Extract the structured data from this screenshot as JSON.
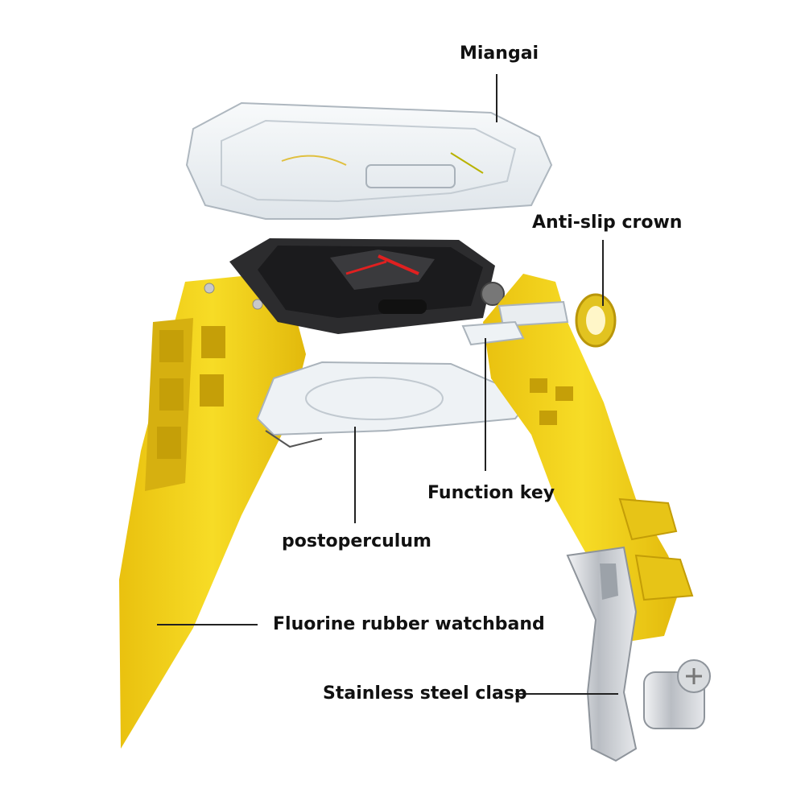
{
  "labels": {
    "miangai": "Miangai",
    "anti_slip_crown": "Anti-slip crown",
    "function_key": "Function key",
    "postoperculum": "postoperculum",
    "watchband": "Fluorine rubber watchband",
    "clasp": "Stainless steel clasp"
  },
  "colors": {
    "band_yellow": "#f2d21a",
    "band_shadow": "#d1ad0c",
    "watch_body": "#2c2c2e",
    "steel": "#c9ccd1",
    "clear_case": "#e6ebef"
  }
}
